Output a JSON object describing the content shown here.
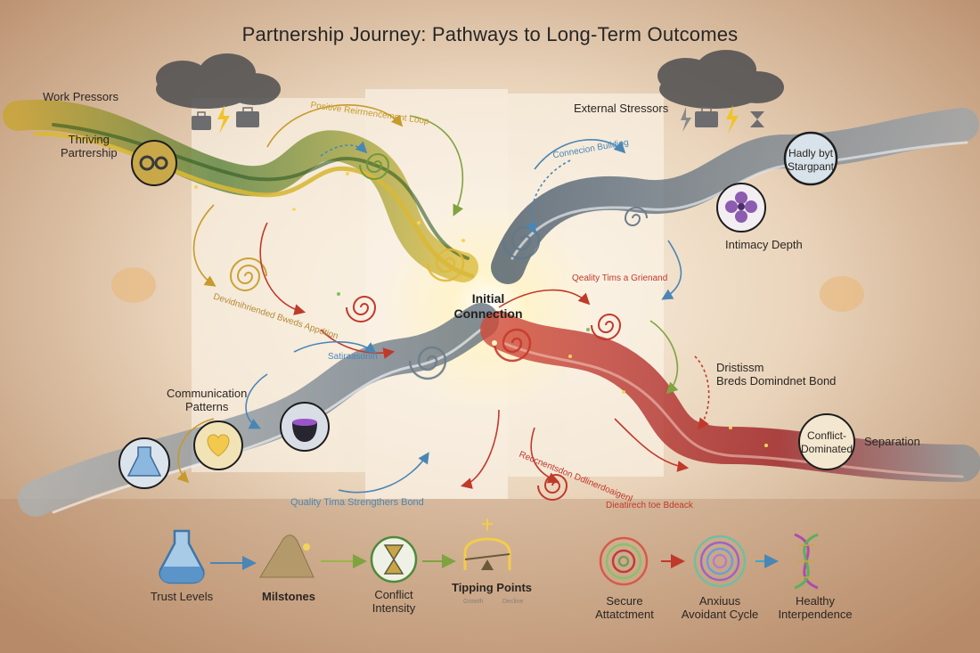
{
  "title": "Partnership Journey: Pathways to Long-Term Outcomes",
  "center_label": "Initial\nConnection",
  "pathways": {
    "top_left": {
      "stressor": "Work Pressors",
      "outcome": "Thriving\nPartrership"
    },
    "top_right": {
      "stressor": "External Stressors",
      "outcome": "Hadly byt\nStargpant",
      "marker": "Intimacy Depth"
    },
    "bottom_left": {
      "marker": "Communication\nPatterns"
    },
    "bottom_right": {
      "outcome": "Conflict-\nDominated",
      "end": "Separation",
      "note": "Dristissm\nBreds Domindnet Bond"
    }
  },
  "curve_labels": {
    "positive_loop": "Positive Reirrnencement Loop",
    "connection_building": "Connecion Bulldiog",
    "quality_time_top": "Qeality Tims a Grienand",
    "bottom_left_arc": "Devidnihriended Bweds Appdtion",
    "bottom_left_small": "Satiraasdnin",
    "quality_time_bottom": "Quality Tima Strengthers Bond",
    "red_arc": "Reccnentsdon Ddlinerdoaigenl",
    "red_end": "Dieatirech toe Bdeack"
  },
  "legend": [
    {
      "label": "Trust Levels",
      "icon": "flask-icon"
    },
    {
      "label": "Milstones",
      "icon": "mountain-icon"
    },
    {
      "label": "Conflict\nIntensity",
      "icon": "hourglass-icon"
    },
    {
      "label": "Tipping Points",
      "icon": "scale-icon",
      "sub_left": "Growth",
      "sub_right": "Decline"
    },
    {
      "label": "Secure\nAttatctment",
      "icon": "spiral-icon"
    },
    {
      "label": "Anxiuus\nAvoidant Cycle",
      "icon": "spiral-icon"
    },
    {
      "label": "Healthy\nInterpendence",
      "icon": "dna-icon"
    }
  ],
  "colors": {
    "green_path": "#4f7a32",
    "gold_path": "#c8a42c",
    "blue_path": "#55687c",
    "red_path": "#b3262a",
    "arrow_blue": "#4a86b5",
    "arrow_red": "#c0392b",
    "arrow_green": "#7fa33f",
    "glow": "#fff3c4"
  }
}
